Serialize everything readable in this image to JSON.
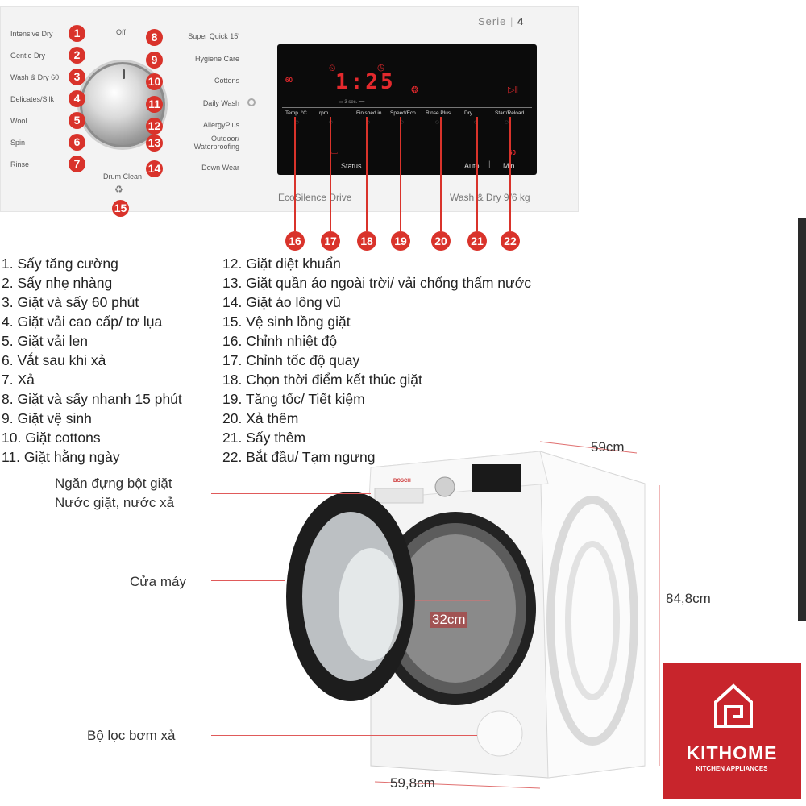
{
  "panel": {
    "serie": "Serie",
    "serie_num": "4",
    "off_label": "Off",
    "drum_clean_label": "Drum Clean",
    "left_programs": [
      {
        "num": "1",
        "label": "Intensive Dry",
        "icon": "dry-icon"
      },
      {
        "num": "2",
        "label": "Gentle Dry",
        "icon": "gentle-dry-icon"
      },
      {
        "num": "3",
        "label": "Wash & Dry 60",
        "icon": "wash-dry-icon"
      },
      {
        "num": "4",
        "label": "Delicates/Silk",
        "icon": "delicates-icon"
      },
      {
        "num": "5",
        "label": "Wool",
        "icon": "wool-icon"
      },
      {
        "num": "6",
        "label": "Spin",
        "icon": "spin-icon"
      },
      {
        "num": "7",
        "label": "Rinse",
        "icon": "rinse-icon"
      }
    ],
    "right_programs": [
      {
        "num": "8",
        "label": "Super Quick 15'",
        "icon": "quick-icon"
      },
      {
        "num": "9",
        "label": "Hygiene Care",
        "icon": "hygiene-icon"
      },
      {
        "num": "10",
        "label": "Cottons",
        "icon": "cottons-icon"
      },
      {
        "num": "11",
        "label": "Daily Wash",
        "icon": "daily-icon"
      },
      {
        "num": "12",
        "label": "AllergyPlus",
        "icon": "allergy-icon"
      },
      {
        "num": "13",
        "label": "Outdoor/ Waterproofing",
        "icon": "outdoor-icon"
      },
      {
        "num": "14",
        "label": "Down Wear",
        "icon": "down-icon"
      }
    ],
    "drum_clean_num": "15",
    "display": {
      "temp_value": "60",
      "time_value": "1:25",
      "buttons": [
        {
          "num": "16",
          "label": "Temp. °C"
        },
        {
          "num": "17",
          "label": "rpm"
        },
        {
          "num": "18",
          "label": "Finished in"
        },
        {
          "num": "19",
          "label": "Speed/Eco"
        },
        {
          "num": "20",
          "label": "Rinse Plus"
        },
        {
          "num": "21",
          "label": "Dry"
        },
        {
          "num": "22",
          "label": "Start/Reload"
        }
      ],
      "status_label": "Status",
      "auto_label": "Auto.",
      "min_label": "Min.",
      "min_value": "60"
    },
    "eco_label": "EcoSilence Drive",
    "model_label": "Wash & Dry 9/6 kg"
  },
  "legend_left": [
    "1. Sấy tăng cường",
    "2. Sấy nhẹ nhàng",
    "3. Giặt và sấy 60 phút",
    "4. Giặt vải cao cấp/ tơ lụa",
    "5. Giặt vải len",
    "6. Vắt sau khi xả",
    "7. Xả",
    "8. Giặt và sấy nhanh 15 phút",
    "9. Giặt vệ sinh",
    "10. Giặt cottons",
    "11. Giặt hằng ngày"
  ],
  "legend_right": [
    "12. Giặt diệt khuẩn",
    "13. Giặt quần áo ngoài trời/ vải chống thấm nước",
    "14. Giặt áo lông vũ",
    "15. Vệ sinh lồng giặt",
    "16. Chỉnh nhiệt độ",
    "17. Chỉnh tốc độ quay",
    "18. Chọn thời điểm kết thúc giặt",
    "19. Tăng tốc/ Tiết kiệm",
    "20. Xả thêm",
    "21. Sấy thêm",
    "22. Bắt đầu/ Tạm ngưng"
  ],
  "machine": {
    "drawer_label_1": "Ngăn đựng bột giặt",
    "drawer_label_2": "Nước giặt, nước xả",
    "door_label": "Cửa máy",
    "filter_label": "Bộ lọc bơm xả",
    "brand": "BOSCH",
    "width_top": "59cm",
    "height": "84,8cm",
    "width_bottom": "59,8cm",
    "drum_diameter": "32cm"
  },
  "logo": {
    "name": "KITHOME",
    "tagline": "KITCHEN APPLIANCES"
  },
  "colors": {
    "badge": "#d9332b",
    "logo_bg": "#c8252c",
    "display_red": "#e4292d"
  }
}
